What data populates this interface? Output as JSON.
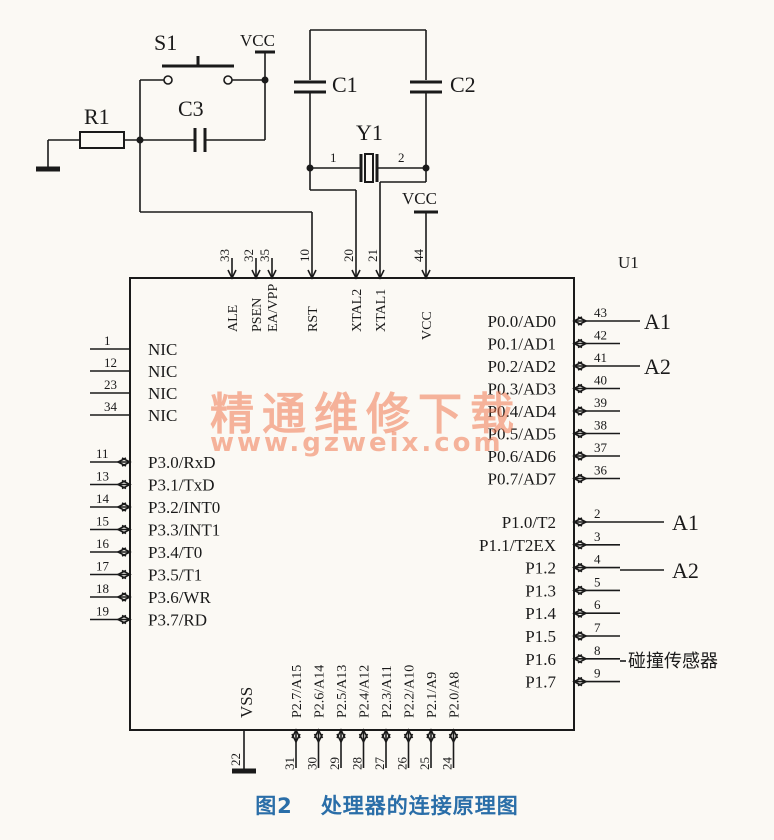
{
  "chip": {
    "ref": "U1",
    "top_pins": [
      {
        "num": "33",
        "name": "ALE"
      },
      {
        "num": "32",
        "name": "PSEN"
      },
      {
        "num": "35",
        "name": "EA/VPP"
      },
      {
        "num": "10",
        "name": "RST"
      },
      {
        "num": "20",
        "name": "XTAL2"
      },
      {
        "num": "21",
        "name": "XTAL1"
      },
      {
        "num": "44",
        "name": "VCC"
      }
    ],
    "left_nc_pins": [
      {
        "num": "1",
        "name": "NIC"
      },
      {
        "num": "12",
        "name": "NIC"
      },
      {
        "num": "23",
        "name": "NIC"
      },
      {
        "num": "34",
        "name": "NIC"
      }
    ],
    "left_p3_pins": [
      {
        "num": "11",
        "name": "P3.0/RxD"
      },
      {
        "num": "13",
        "name": "P3.1/TxD"
      },
      {
        "num": "14",
        "name": "P3.2/INT0"
      },
      {
        "num": "15",
        "name": "P3.3/INT1"
      },
      {
        "num": "16",
        "name": "P3.4/T0"
      },
      {
        "num": "17",
        "name": "P3.5/T1"
      },
      {
        "num": "18",
        "name": "P3.6/WR"
      },
      {
        "num": "19",
        "name": "P3.7/RD"
      }
    ],
    "right_p0_pins": [
      {
        "num": "43",
        "name": "P0.0/AD0"
      },
      {
        "num": "42",
        "name": "P0.1/AD1"
      },
      {
        "num": "41",
        "name": "P0.2/AD2"
      },
      {
        "num": "40",
        "name": "P0.3/AD3"
      },
      {
        "num": "39",
        "name": "P0.4/AD4"
      },
      {
        "num": "38",
        "name": "P0.5/AD5"
      },
      {
        "num": "37",
        "name": "P0.6/AD6"
      },
      {
        "num": "36",
        "name": "P0.7/AD7"
      }
    ],
    "right_p1_pins": [
      {
        "num": "2",
        "name": "P1.0/T2"
      },
      {
        "num": "3",
        "name": "P1.1/T2EX"
      },
      {
        "num": "4",
        "name": "P1.2"
      },
      {
        "num": "5",
        "name": "P1.3"
      },
      {
        "num": "6",
        "name": "P1.4"
      },
      {
        "num": "7",
        "name": "P1.5"
      },
      {
        "num": "8",
        "name": "P1.6"
      },
      {
        "num": "9",
        "name": "P1.7"
      }
    ],
    "bottom_pins": [
      {
        "num": "31",
        "name": "P2.7/A15"
      },
      {
        "num": "30",
        "name": "P2.6/A14"
      },
      {
        "num": "29",
        "name": "P2.5/A13"
      },
      {
        "num": "28",
        "name": "P2.4/A12"
      },
      {
        "num": "27",
        "name": "P2.3/A11"
      },
      {
        "num": "26",
        "name": "P2.2/A10"
      },
      {
        "num": "25",
        "name": "P2.1/A9"
      },
      {
        "num": "24",
        "name": "P2.0/A8"
      }
    ],
    "vss": {
      "num": "22",
      "name": "VSS"
    }
  },
  "components": {
    "s1": "S1",
    "r1": "R1",
    "c3": "C3",
    "c1": "C1",
    "c2": "C2",
    "y1": "Y1",
    "y1_pin1": "1",
    "y1_pin2": "2",
    "vcc_top": "VCC",
    "vcc_mid": "VCC"
  },
  "net_labels": {
    "a1_p0": "A1",
    "a2_p0": "A2",
    "a1_p1": "A1",
    "a2_p1": "A2",
    "sensor": "碰撞传感器"
  },
  "watermark": {
    "title": "精通维修下载",
    "url": "www.gzweix.com"
  },
  "caption": {
    "fig": "图2",
    "text": "处理器的连接原理图"
  }
}
